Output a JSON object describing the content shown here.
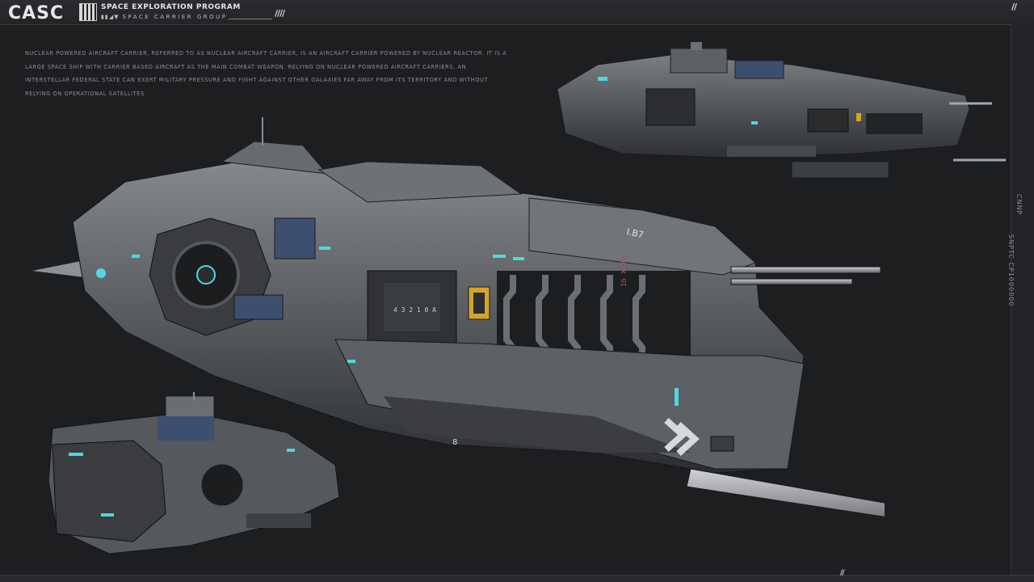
{
  "header": {
    "logo": "CASC",
    "program_title": "SPACE EXPLORATION PROGRAM",
    "program_bars": "▮▮◢▼",
    "program_subtitle": "SPACE CARRIER GROUP",
    "slashes_left": "////",
    "slashes_right": "//"
  },
  "description": "NUCLEAR POWERED AIRCRAFT CARRIER, REFERRED TO AS NUCLEAR AIRCRAFT CARRIER, IS AN AIRCRAFT CARRIER POWERED BY NUCLEAR REACTOR. IT IS A LARGE SPACE SHIP WITH CARRIER BASED AIRCRAFT AS THE MAIN COMBAT WEAPON. RELYING ON NUCLEAR POWERED AIRCRAFT CARRIERS, AN INTERSTELLAR FEDERAL STATE CAN EXERT MILITARY PRESSURE AND FIGHT AGAINST OTHER GALAXIES FAR AWAY FROM ITS TERRITORY AND WITHOUT RELYING ON OPERATIONAL SATELLITES",
  "side_panel": {
    "line1": "CNNP",
    "line2": "SNPTC  CP1000000"
  },
  "footer": {
    "slashes": "//"
  },
  "ship_markings": {
    "hull_code": "I.B7",
    "red_code": "16 XZ7A",
    "panel_code": "4 3 2 1 0 A",
    "hull_digit": "8"
  },
  "colors": {
    "background": "#1d1e20",
    "hull": "#5c5f63",
    "accent_cyan": "#4ed8e0",
    "accent_blue": "#3d4f6e",
    "accent_yellow": "#d2a52a"
  }
}
